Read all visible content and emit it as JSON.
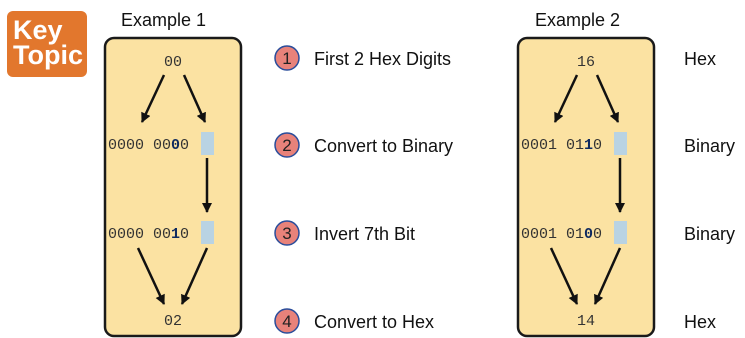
{
  "key_topic": {
    "line1": "Key",
    "line2": "Topic"
  },
  "example1": {
    "title": "Example 1",
    "row1": "00",
    "row2": {
      "prefix": "0000 00",
      "bit": "0",
      "suffix": "0"
    },
    "row3": {
      "prefix": "0000 00",
      "bit": "1",
      "suffix": "0"
    },
    "row4": "02"
  },
  "example2": {
    "title": "Example 2",
    "row1": "16",
    "row2": {
      "prefix": "0001 01",
      "bit": "1",
      "suffix": "0"
    },
    "row3": {
      "prefix": "0001 01",
      "bit": "0",
      "suffix": "0"
    },
    "row4": "14",
    "labels": [
      "Hex",
      "Binary",
      "Binary",
      "Hex"
    ]
  },
  "steps": [
    {
      "number": "1",
      "label": "First 2 Hex Digits"
    },
    {
      "number": "2",
      "label": "Convert to Binary"
    },
    {
      "number": "3",
      "label": "Invert 7th Bit"
    },
    {
      "number": "4",
      "label": "Convert to Hex"
    }
  ],
  "colors": {
    "box_fill": "#fbe2a2",
    "box_stroke": "#1a1a1a",
    "bit_highlight": "#b9d3e3",
    "step_circle": "#e8827a",
    "key_topic": "#e2772d"
  }
}
